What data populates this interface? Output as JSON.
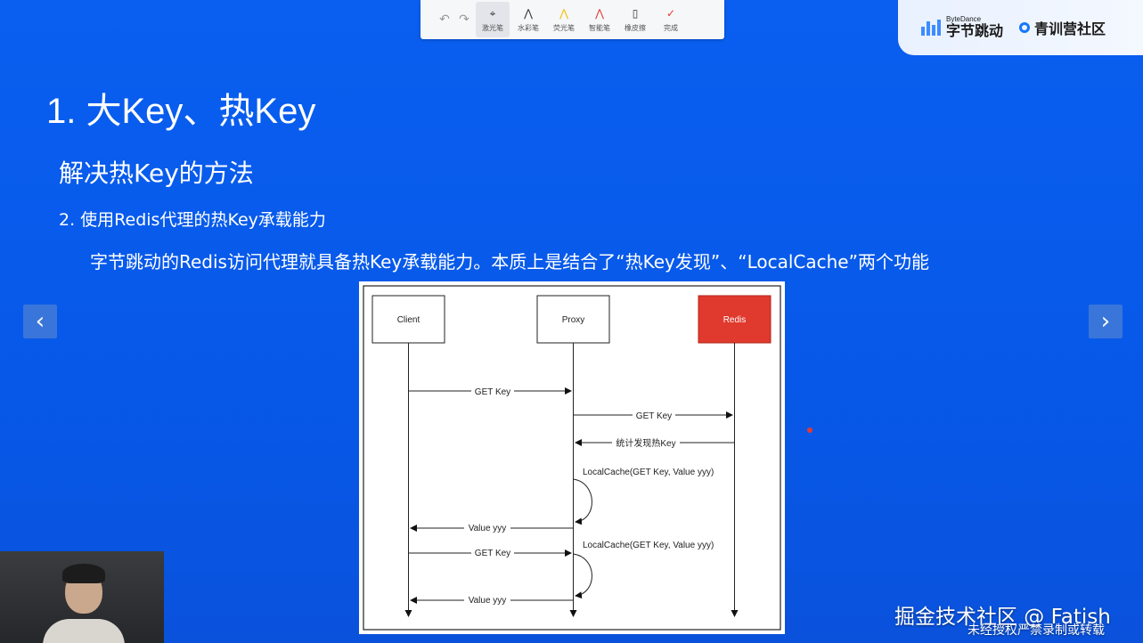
{
  "toolbar": {
    "undo_icon": "undo-arrow",
    "redo_icon": "redo-arrow",
    "tools": [
      {
        "label": "激光笔",
        "icon": "laser-pen-icon",
        "glyph": "⌖",
        "color": "#333333"
      },
      {
        "label": "水彩笔",
        "icon": "watercolor-pen-icon",
        "glyph": "⋀",
        "color": "#333333"
      },
      {
        "label": "荧光笔",
        "icon": "highlighter-icon",
        "glyph": "⋀",
        "color": "#f0c000"
      },
      {
        "label": "智能笔",
        "icon": "smart-pen-icon",
        "glyph": "⋀",
        "color": "#e53935"
      },
      {
        "label": "橡皮擦",
        "icon": "eraser-icon",
        "glyph": "▯",
        "color": "#333333"
      },
      {
        "label": "完成",
        "icon": "done-check-icon",
        "glyph": "✓",
        "color": "#e53935"
      }
    ]
  },
  "brand": {
    "bytedance_small": "ByteDance",
    "bytedance_name": "字节跳动",
    "community": "青训营社区",
    "accent": "#1677ff"
  },
  "slide": {
    "title": "1. 大Key、热Key",
    "subtitle": "解决热Key的方法",
    "point": "2. 使用Redis代理的热Key承载能力",
    "description": "字节跳动的Redis访问代理就具备热Key承载能力。本质上是结合了“热Key发现”、“LocalCache”两个功能"
  },
  "diagram": {
    "actors": {
      "client": "Client",
      "proxy": "Proxy",
      "redis": "Redis"
    },
    "redis_color": "#e0392e",
    "messages": {
      "m1": "GET Key",
      "m2": "GET Key",
      "m3": "统计发现热Key",
      "m4": "LocalCache(GET Key, Value yyy)",
      "m5": "Value yyy",
      "m6": "LocalCache(GET Key, Value yyy)",
      "m7": "GET Key",
      "m8": "Value yyy"
    }
  },
  "watermark": {
    "line1": "掘金技术社区 @ Fatish",
    "line2": "未经授权严禁录制或转载"
  },
  "nav": {
    "prev_icon": "chevron-left",
    "next_icon": "chevron-right"
  }
}
